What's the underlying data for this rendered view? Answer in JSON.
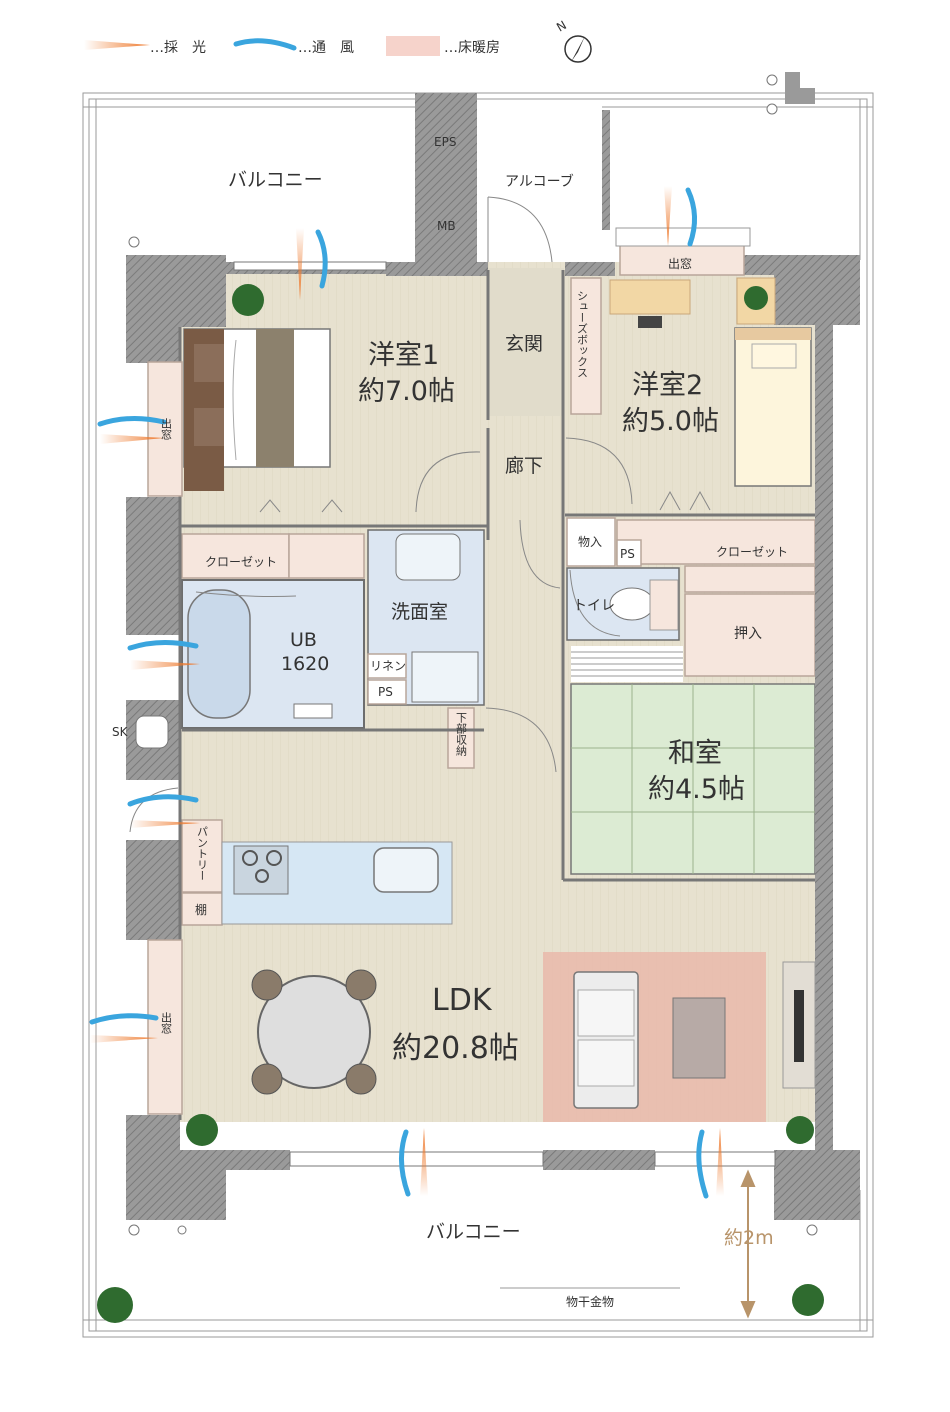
{
  "legend": {
    "light": "…採　光",
    "wind": "…通　風",
    "floor_heating": "…床暖房"
  },
  "compass": {
    "label": "N"
  },
  "colors": {
    "wall": "#8c8c8c",
    "floor_wood": "#e7e1cf",
    "wet_area": "#dce6f2",
    "tatami": "#dcebd3",
    "floor_heating": "#f6d3cb",
    "storage": "#f6e6dd",
    "light_arrow": "#ee7a2e",
    "wind_arrow": "#3aa5de"
  },
  "rooms": {
    "balcony_top": "バルコニー",
    "eps": "EPS",
    "mb": "MB",
    "alcove": "アルコーブ",
    "bay_window_top": "出窓",
    "western1_name": "洋室1",
    "western1_size": "約7.0帖",
    "entrance": "玄関",
    "shoe_box": "シューズボックス",
    "western2_name": "洋室2",
    "western2_size": "約5.0帖",
    "bay_window_left": "出窓",
    "hallway": "廊下",
    "closet1": "クローゼット",
    "washroom": "洗面室",
    "storage_small": "物入",
    "ps_upper": "PS",
    "closet2": "クローゼット",
    "toilet": "トイレ",
    "ub_line1": "UB",
    "ub_line2": "1620",
    "linen": "リネン",
    "ps_lower": "PS",
    "oshiire": "押入",
    "under_storage": "下部収納",
    "sk": "SK",
    "japanese_name": "和室",
    "japanese_size": "約4.5帖",
    "pantry": "パントリー",
    "shelf": "棚",
    "ldk_name": "LDK",
    "ldk_size": "約20.8帖",
    "bay_window_ldk": "出窓",
    "balcony_bottom": "バルコニー",
    "balcony_depth": "約2m",
    "clothes_hanger": "物干金物"
  }
}
